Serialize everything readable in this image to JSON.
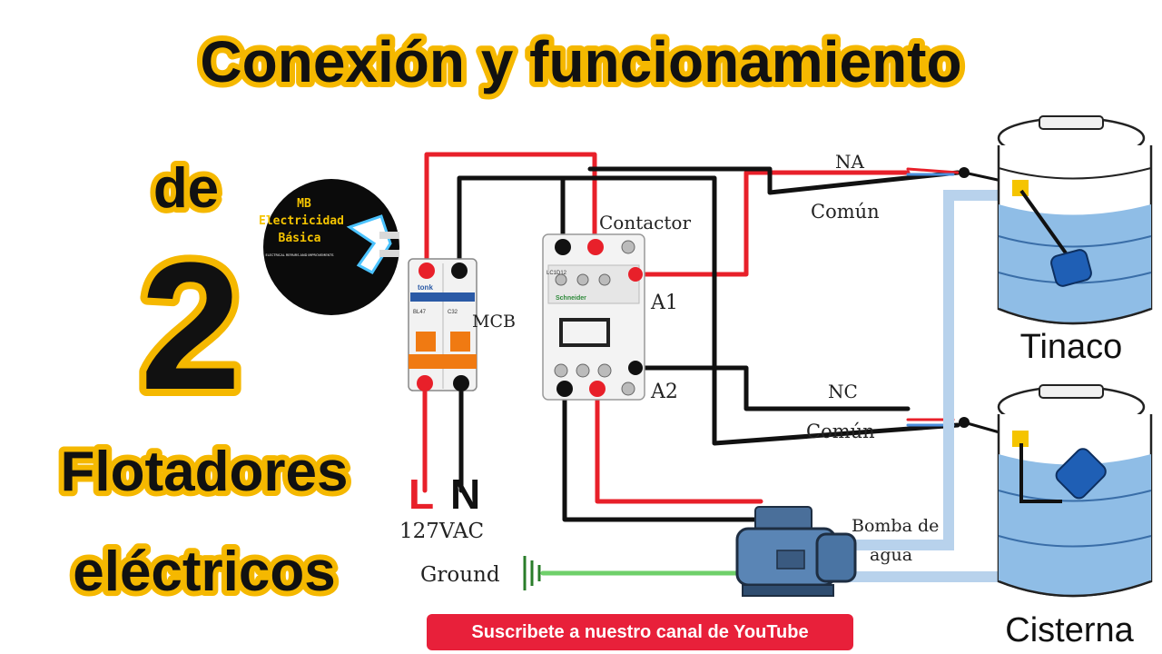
{
  "title": {
    "line1": "Conexión y funcionamiento",
    "line2": "de",
    "number": "2",
    "line3": "Flotadores",
    "line4": "eléctricos"
  },
  "logo": {
    "line1": "MB",
    "line2": "Electricidad",
    "line3": "Básica",
    "tagline": "ELECTRICAL REPAIRS AND IMPROVEMENTS"
  },
  "mcb": {
    "label": "MCB",
    "brand": "tonk",
    "model": "BL47",
    "rating": "C32"
  },
  "contactor": {
    "label": "Contactor",
    "model": "LC1D12",
    "brand": "Schneider",
    "a1": "A1",
    "a2": "A2"
  },
  "supply": {
    "line": "L",
    "neutral": "N",
    "voltage": "127VAC",
    "ground": "Ground"
  },
  "float_top": {
    "na": "NA",
    "common": "Común"
  },
  "float_bottom": {
    "nc": "NC",
    "common": "Común"
  },
  "pump": {
    "line1": "Bomba de",
    "line2": "agua"
  },
  "tanks": {
    "upper": "Tinaco",
    "lower": "Cisterna"
  },
  "banner": {
    "subscribe": "Suscribete a nuestro canal de YouTube"
  },
  "colors": {
    "title_fill": "#111111",
    "title_outline": "#f5b800",
    "wire_red": "#e8202a",
    "wire_black": "#111111",
    "wire_green": "#6fd06a",
    "pipe": "#b8d2ec",
    "water": "#8fbde6",
    "banner": "#e8203a"
  }
}
